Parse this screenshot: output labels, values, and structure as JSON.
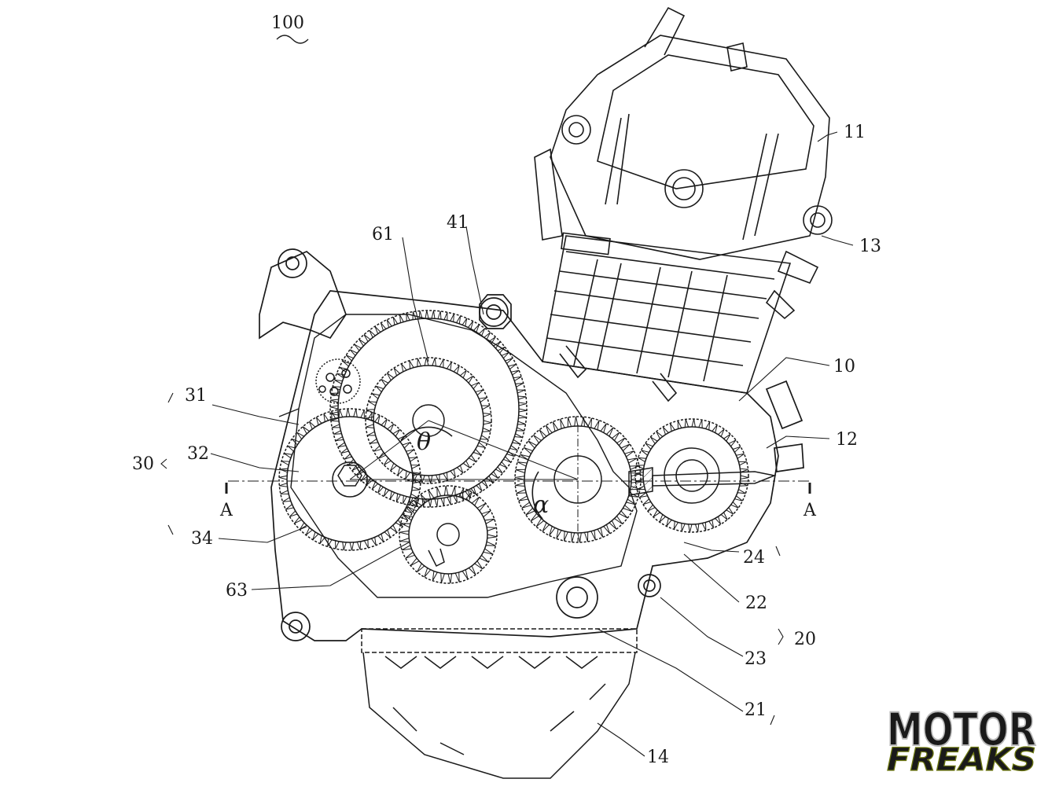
{
  "figure": {
    "main_ref": "100",
    "labels": {
      "r11": "11",
      "r13": "13",
      "r10": "10",
      "r12": "12",
      "r61": "61",
      "r41": "41",
      "r31": "31",
      "r32": "32",
      "r30": "30",
      "r34": "34",
      "r63": "63",
      "r24": "24",
      "r22": "22",
      "r20": "20",
      "r23": "23",
      "r21": "21",
      "r14": "14"
    },
    "section_marks": {
      "left": "A",
      "right": "A"
    },
    "angles": {
      "theta": "θ",
      "alpha": "α"
    }
  },
  "watermark": {
    "line1": "MOTOR",
    "line2": "FREAKS",
    "colors": {
      "line1": "#ffffff",
      "line1_stroke": "#b9b9b9",
      "line2": "#c6d62b",
      "line2_stroke": "#6f7a12"
    }
  },
  "colors": {
    "ink": "#1a1a1a",
    "paper": "#ffffff"
  }
}
